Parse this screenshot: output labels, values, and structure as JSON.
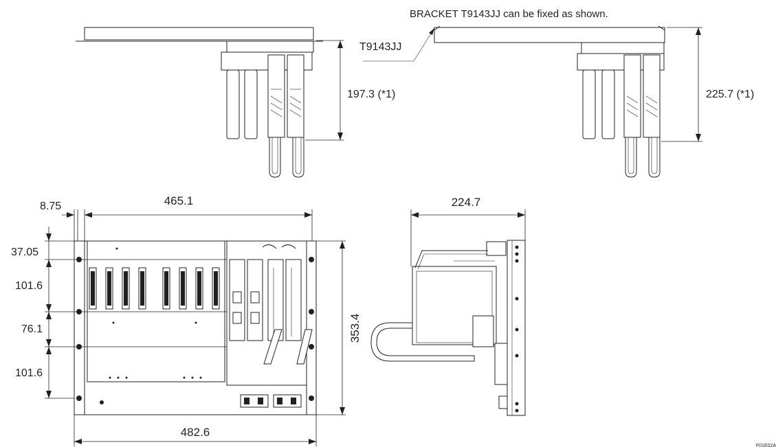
{
  "note": "BRACKET T9143JJ can be fixed as shown.",
  "top_left_view": {
    "height_label": "197.3 (*1)"
  },
  "top_right_view": {
    "height_label": "225.7 (*1)",
    "bracket_callout": "T9143JJ"
  },
  "front_view": {
    "width_outer": "482.6",
    "width_inner": "465.1",
    "side_offset": "8.75",
    "height_total": "353.4",
    "rows": [
      "37.05",
      "101.6",
      "76.1",
      "101.6"
    ]
  },
  "side_view": {
    "depth": "224.7"
  },
  "figure_id": "F01E02A"
}
